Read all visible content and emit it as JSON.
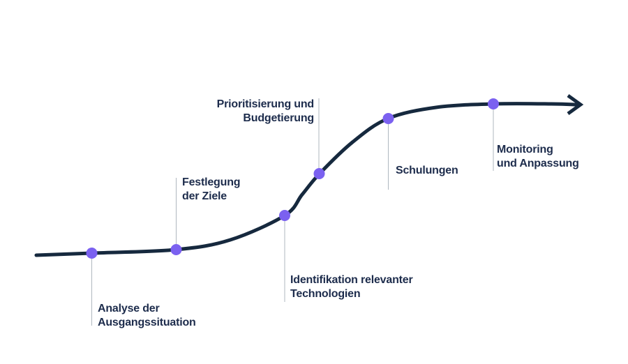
{
  "diagram": {
    "type": "s-curve-roadmap",
    "milestones": [
      {
        "line1": "Analyse der",
        "line2": "Ausgangssituation"
      },
      {
        "line1": "Festlegung",
        "line2": "der Ziele"
      },
      {
        "line1": "Identifikation relevanter",
        "line2": "Technologien"
      },
      {
        "line1": "Prioritisierung und",
        "line2": "Budgetierung"
      },
      {
        "line1": "Schulungen",
        "line2": ""
      },
      {
        "line1": "Monitoring",
        "line2": "und Anpassung"
      }
    ],
    "colors": {
      "background": "#ffffff",
      "curve": "#16293e",
      "dot": "#7b61f0",
      "connector": "#afb7bf",
      "text": "#1d2c4c"
    }
  }
}
